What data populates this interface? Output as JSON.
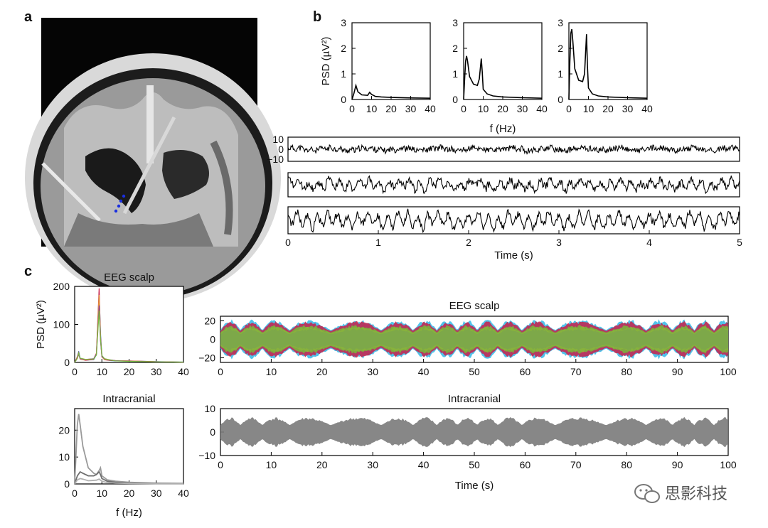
{
  "panels": {
    "a": "a",
    "b": "b",
    "c": "c"
  },
  "watermark": {
    "text": "思影科技",
    "icon": "wechat-icon"
  },
  "colors": {
    "eeg_series": [
      "#31b9e6",
      "#c8204a",
      "#e8a03a",
      "#8a3fa0",
      "#78b83c"
    ],
    "intracranial": "#7a7a7a",
    "electrode": "#1a2fe0"
  },
  "chart_data": [
    {
      "id": "b_psd_1",
      "type": "line",
      "ylabel": "PSD (µV²)",
      "xlabel": "",
      "xlim": [
        0,
        40
      ],
      "ylim": [
        0,
        3
      ],
      "xticks": [
        0,
        10,
        20,
        30,
        40
      ],
      "yticks": [
        0,
        1,
        2,
        3
      ],
      "x": [
        0,
        1,
        2,
        3,
        5,
        8,
        9,
        10,
        12,
        15,
        20,
        30,
        40
      ],
      "y": [
        0,
        0.25,
        0.55,
        0.3,
        0.18,
        0.16,
        0.28,
        0.2,
        0.12,
        0.1,
        0.08,
        0.06,
        0.05
      ]
    },
    {
      "id": "b_psd_2",
      "type": "line",
      "xlabel": "f (Hz)",
      "xlim": [
        0,
        40
      ],
      "ylim": [
        0,
        3
      ],
      "xticks": [
        0,
        10,
        20,
        30,
        40
      ],
      "yticks": [
        0,
        1,
        2,
        3
      ],
      "x": [
        0,
        0.5,
        1,
        1.5,
        2,
        3,
        5,
        7,
        8,
        9,
        9.5,
        10,
        12,
        15,
        20,
        30,
        40
      ],
      "y": [
        0,
        0.8,
        1.5,
        1.7,
        1.5,
        0.9,
        0.6,
        0.55,
        0.8,
        1.6,
        1.1,
        0.4,
        0.22,
        0.14,
        0.1,
        0.07,
        0.05
      ]
    },
    {
      "id": "b_psd_3",
      "type": "line",
      "xlabel": "",
      "xlim": [
        0,
        40
      ],
      "ylim": [
        0,
        3
      ],
      "xticks": [
        0,
        10,
        20,
        30,
        40
      ],
      "yticks": [
        0,
        1,
        2,
        3
      ],
      "x": [
        0,
        0.5,
        1,
        1.5,
        2,
        3,
        5,
        7,
        8,
        9,
        9.5,
        10,
        12,
        15,
        20,
        30,
        40
      ],
      "y": [
        0,
        1.5,
        2.6,
        2.75,
        2.3,
        1.2,
        0.75,
        0.7,
        1.0,
        2.55,
        1.3,
        0.45,
        0.22,
        0.14,
        0.1,
        0.07,
        0.05
      ]
    },
    {
      "id": "b_ts",
      "type": "line",
      "xlabel": "Time (s)",
      "xlim": [
        0,
        5
      ],
      "xticks": [
        0,
        1,
        2,
        3,
        4,
        5
      ],
      "ylim": [
        -10,
        10
      ],
      "yticks": [
        "10",
        "0",
        "−10"
      ],
      "series": [
        {
          "amplitude": 3,
          "alpha_weight": 0.2
        },
        {
          "amplitude": 6,
          "alpha_weight": 0.5
        },
        {
          "amplitude": 7,
          "alpha_weight": 0.65
        }
      ]
    },
    {
      "id": "c_psd_eeg",
      "type": "line",
      "title": "EEG scalp",
      "ylabel": "PSD (µV²)",
      "xlim": [
        0,
        40
      ],
      "ylim": [
        0,
        200
      ],
      "xticks": [
        0,
        10,
        20,
        30,
        40
      ],
      "yticks": [
        0,
        100,
        200
      ],
      "x": [
        0,
        1,
        1.5,
        2,
        4,
        7,
        8,
        9,
        9.5,
        10,
        11,
        13,
        15,
        20,
        30,
        40
      ],
      "y": [
        0,
        15,
        30,
        12,
        8,
        10,
        25,
        195,
        80,
        20,
        10,
        7,
        5,
        4,
        2,
        1
      ]
    },
    {
      "id": "c_ts_eeg",
      "type": "area",
      "title": "EEG scalp",
      "xlim": [
        0,
        100
      ],
      "ylim": [
        -25,
        25
      ],
      "xticks": [
        0,
        10,
        20,
        30,
        40,
        50,
        60,
        70,
        80,
        90,
        100
      ],
      "yticks": [
        20,
        0,
        -20
      ],
      "ytick_labels": [
        "20",
        "0",
        "−20"
      ]
    },
    {
      "id": "c_psd_ic",
      "type": "line",
      "title": "Intracranial",
      "xlabel": "f (Hz)",
      "xlim": [
        0,
        40
      ],
      "ylim": [
        0,
        28
      ],
      "xticks": [
        0,
        10,
        20,
        30,
        40
      ],
      "yticks": [
        0,
        10,
        20
      ],
      "series": [
        {
          "x": [
            0,
            1,
            1.5,
            2,
            3,
            5,
            7,
            8,
            9,
            9.5,
            10,
            12,
            15,
            20,
            30,
            40
          ],
          "y": [
            0,
            22,
            26,
            22,
            14,
            6,
            4,
            3.5,
            5,
            6,
            3,
            1.5,
            1,
            0.6,
            0.3,
            0.2
          ]
        },
        {
          "x": [
            0,
            1,
            2,
            3,
            5,
            7,
            8,
            9,
            9.5,
            10,
            12,
            15,
            20,
            30,
            40
          ],
          "y": [
            0,
            3,
            4.5,
            4,
            3,
            3,
            3.5,
            4.5,
            3.5,
            2,
            1,
            0.6,
            0.4,
            0.2,
            0.1
          ]
        },
        {
          "x": [
            0,
            1,
            2,
            3,
            5,
            8,
            9,
            10,
            12,
            15,
            20,
            30,
            40
          ],
          "y": [
            0,
            1.5,
            2,
            1.8,
            1.2,
            1.4,
            1.8,
            1,
            0.5,
            0.3,
            0.2,
            0.1,
            0.1
          ]
        }
      ]
    },
    {
      "id": "c_ts_ic",
      "type": "area",
      "title": "Intracranial",
      "xlabel": "Time (s)",
      "xlim": [
        0,
        100
      ],
      "ylim": [
        -10,
        10
      ],
      "xticks": [
        0,
        10,
        20,
        30,
        40,
        50,
        60,
        70,
        80,
        90,
        100
      ],
      "yticks": [
        10,
        0,
        -10
      ],
      "ytick_labels": [
        "10",
        "0",
        "−10"
      ]
    }
  ]
}
